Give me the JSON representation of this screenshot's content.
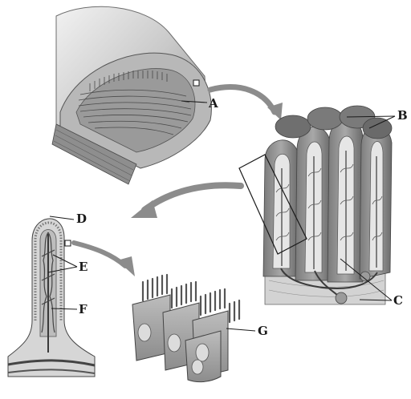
{
  "labels": {
    "A": "A",
    "B": "B",
    "C": "C",
    "D": "D",
    "E": "E",
    "F": "F",
    "G": "G"
  },
  "colors": {
    "ink": "#1a1a1a",
    "arrow": "#8c8c8c",
    "tissue_light": "#d8d8d8",
    "tissue_mid": "#a9a9a9",
    "tissue_dark": "#6e6e6e"
  }
}
